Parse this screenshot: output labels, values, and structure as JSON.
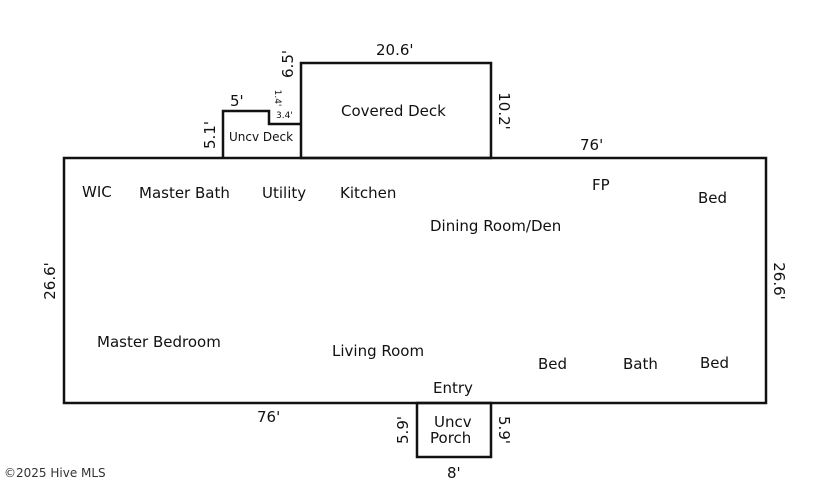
{
  "rooms": {
    "wic": "WIC",
    "master_bath": "Master Bath",
    "utility": "Utility",
    "kitchen": "Kitchen",
    "fp": "FP",
    "bed_top": "Bed",
    "dining": "Dining Room/Den",
    "master_bedroom": "Master Bedroom",
    "living_room": "Living Room",
    "bed_bottom_mid": "Bed",
    "bath": "Bath",
    "bed_bottom_right": "Bed",
    "entry": "Entry",
    "covered_deck": "Covered Deck",
    "uncv_deck": "Uncv Deck",
    "uncv_porch_line1": "Uncv",
    "uncv_porch_line2": "Porch"
  },
  "dimensions": {
    "deck_width": "20.6'",
    "deck_left_height": "6.5'",
    "deck_right_height": "10.2'",
    "uncv_deck_width": "5'",
    "uncv_deck_height": "5.1'",
    "step_small_vertical": "1.4'",
    "step_small_horizontal": "3.4'",
    "top_width": "76'",
    "bottom_width": "76'",
    "left_depth": "26.6'",
    "right_depth": "26.6'",
    "porch_left_height": "5.9'",
    "porch_right_height": "5.9'",
    "porch_width": "8'"
  },
  "watermark": "©2025 Hive MLS"
}
